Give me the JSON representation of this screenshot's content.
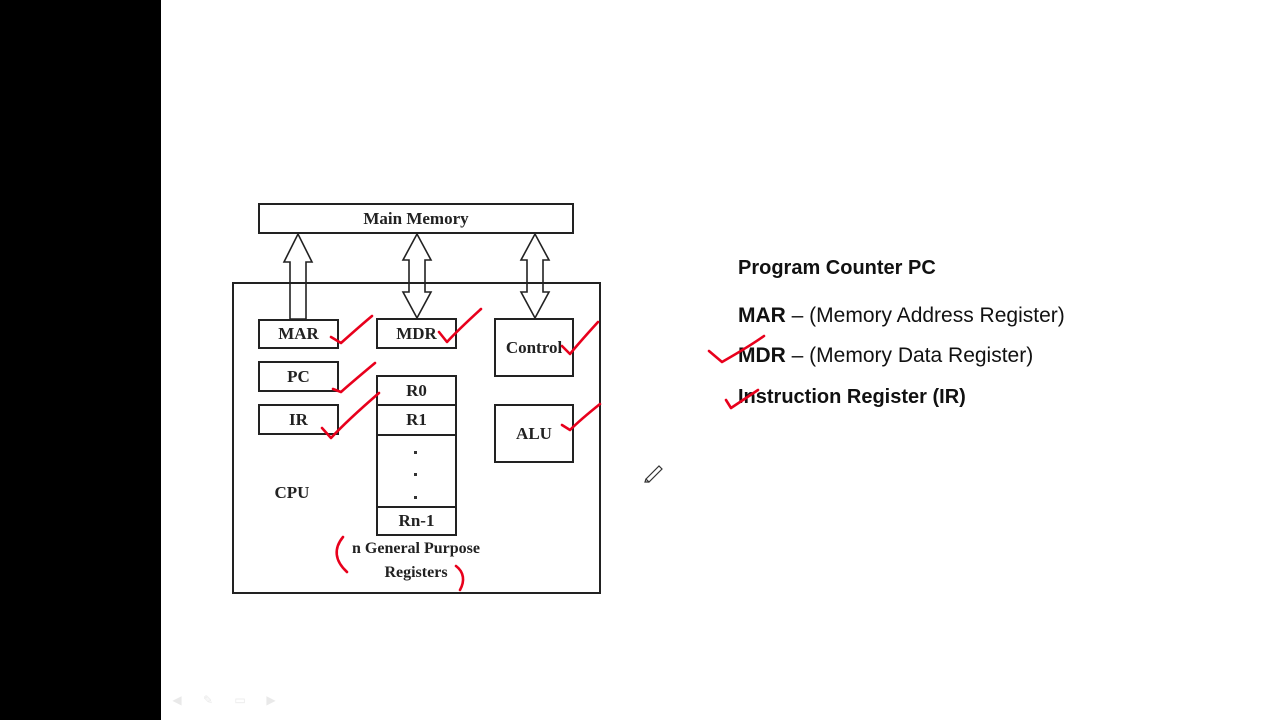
{
  "diagram": {
    "main_memory": "Main Memory",
    "mar": "MAR",
    "mdr": "MDR",
    "control": "Control",
    "pc": "PC",
    "ir": "IR",
    "alu": "ALU",
    "cpu": "CPU",
    "registers": [
      "R0",
      "R1",
      "Rn-1"
    ],
    "gpr_caption_line1": "n General Purpose",
    "gpr_caption_line2": "Registers"
  },
  "notes": {
    "program_counter": "Program Counter PC",
    "mar_abbr": "MAR",
    "mar_desc": " – (Memory Address Register)",
    "mdr_abbr": "MDR",
    "mdr_desc": " – (Memory Data Register)",
    "ir_full": "Instruction Register (IR)"
  },
  "colors": {
    "annotation": "#e8001c",
    "diagram_stroke": "#222222",
    "background": "#ffffff",
    "letterbox": "#000000"
  },
  "icons": [
    "back-arrow-icon",
    "pen-icon",
    "slide-menu-icon",
    "forward-arrow-icon",
    "pen-cursor-icon"
  ]
}
